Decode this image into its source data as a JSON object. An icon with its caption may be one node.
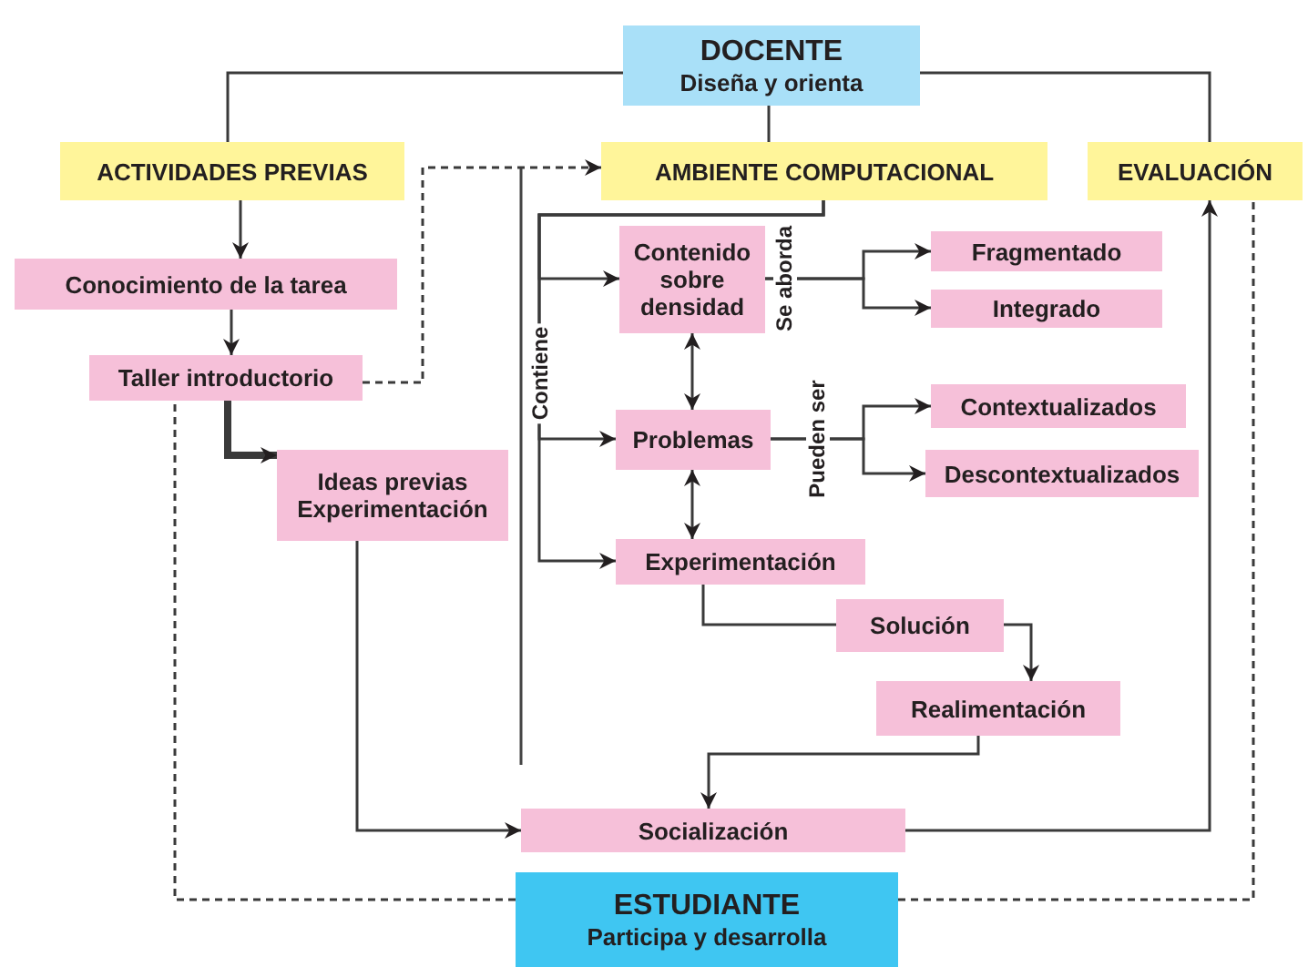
{
  "diagram": {
    "nodes": [
      {
        "text": [
          "DOCENTE",
          "Diseña y orienta"
        ]
      },
      {
        "text": [
          "ACTIVIDADES PREVIAS"
        ]
      },
      {
        "text": [
          "AMBIENTE COMPUTACIONAL"
        ]
      },
      {
        "text": [
          "EVALUACIÓN"
        ]
      },
      {
        "text": [
          "Conocimiento de la tarea"
        ]
      },
      {
        "text": [
          "Taller introductorio"
        ]
      },
      {
        "text": [
          "Ideas previas Experimentación"
        ]
      },
      {
        "text": [
          "Contenido sobre densidad"
        ]
      },
      {
        "text": [
          "Fragmentado"
        ]
      },
      {
        "text": [
          "Integrado"
        ]
      },
      {
        "text": [
          "Problemas"
        ]
      },
      {
        "text": [
          "Contextualizados"
        ]
      },
      {
        "text": [
          "Descontextualizados"
        ]
      },
      {
        "text": [
          "Experimentación"
        ]
      },
      {
        "text": [
          "Solución"
        ]
      },
      {
        "text": [
          "Realimentación"
        ]
      },
      {
        "text": [
          "Socialización"
        ]
      },
      {
        "text": [
          "ESTUDIANTE",
          "Participa y desarrolla"
        ]
      }
    ],
    "edges": [
      {
        "from": 0,
        "to": 1,
        "arrow": "none"
      },
      {
        "from": 0,
        "to": 2,
        "arrow": "none"
      },
      {
        "from": 0,
        "to": 3,
        "arrow": "none"
      },
      {
        "from": 1,
        "to": 4,
        "arrow": "to"
      },
      {
        "from": 4,
        "to": 5,
        "arrow": "to"
      },
      {
        "from": 5,
        "to": 2,
        "arrow": "to",
        "style": "dashed"
      },
      {
        "from": 5,
        "to": 6,
        "arrow": "to",
        "style": "thick"
      },
      {
        "from": 2,
        "to": 7,
        "arrow": "to"
      },
      {
        "from": 2,
        "to": 10,
        "arrow": "to",
        "label": "Contiene"
      },
      {
        "from": 2,
        "to": 13,
        "arrow": "to"
      },
      {
        "from": 7,
        "to": 10,
        "arrow": "both"
      },
      {
        "from": 10,
        "to": 13,
        "arrow": "both"
      },
      {
        "from": 7,
        "to": 8,
        "arrow": "to",
        "label": "Se aborda"
      },
      {
        "from": 7,
        "to": 9,
        "arrow": "to"
      },
      {
        "from": 10,
        "to": 11,
        "arrow": "to",
        "label": "Pueden ser"
      },
      {
        "from": 10,
        "to": 12,
        "arrow": "to"
      },
      {
        "from": 13,
        "to": 14,
        "arrow": "none"
      },
      {
        "from": 14,
        "to": 15,
        "arrow": "to"
      },
      {
        "from": 15,
        "to": 16,
        "arrow": "to"
      },
      {
        "from": 6,
        "to": 16,
        "arrow": "to"
      },
      {
        "from": 16,
        "to": 3,
        "arrow": "to"
      },
      {
        "from": 17,
        "to": 5,
        "arrow": "none",
        "style": "dashed"
      },
      {
        "from": 17,
        "to": 3,
        "arrow": "none",
        "style": "dashed"
      }
    ]
  }
}
